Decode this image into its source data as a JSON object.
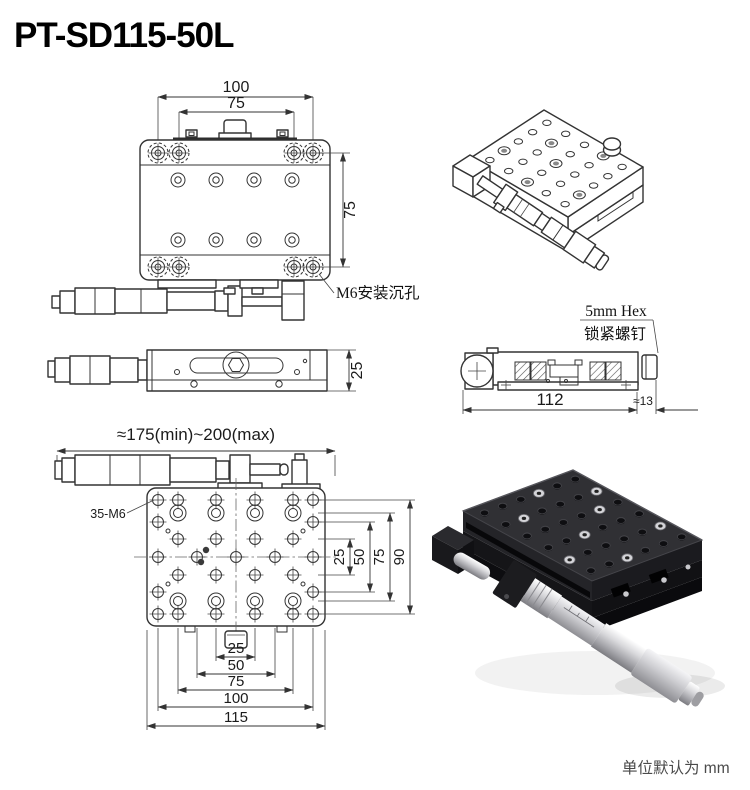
{
  "title": "PT-SD115-50L",
  "unit_note": "单位默认为 mm",
  "top_view": {
    "dim_width_100": "100",
    "dim_width_75": "75",
    "dim_height_75": "75",
    "label_counterbore": "M6安装沉孔"
  },
  "side_view_left": {
    "dim_height_25": "25"
  },
  "side_view_right": {
    "label_hex": "5mm Hex",
    "label_lock_screw": "锁紧螺钉",
    "dim_length_112": "112",
    "dim_knob_13": "≈13"
  },
  "bottom_view": {
    "dim_overall_length": "≈175(min)~200(max)",
    "label_mounting_holes": "35-M6",
    "dim_v_25": "25",
    "dim_v_50": "50",
    "dim_v_75": "75",
    "dim_v_90": "90",
    "dim_h_25": "25",
    "dim_h_50": "50",
    "dim_h_75": "75",
    "dim_h_100": "100",
    "dim_h_115": "115"
  }
}
